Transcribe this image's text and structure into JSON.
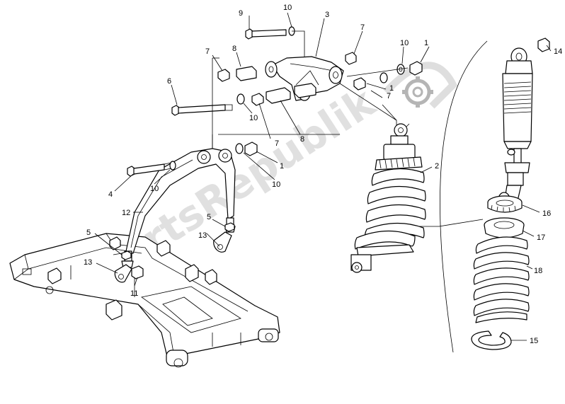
{
  "callouts": [
    "1",
    "1",
    "1",
    "2",
    "3",
    "4",
    "5",
    "5",
    "6",
    "7",
    "7",
    "7",
    "7",
    "8",
    "8",
    "9",
    "10",
    "10",
    "10",
    "10",
    "10",
    "11",
    "12",
    "13",
    "13",
    "14",
    "15",
    "16",
    "17",
    "18"
  ],
  "watermark": "PartsRepublik"
}
